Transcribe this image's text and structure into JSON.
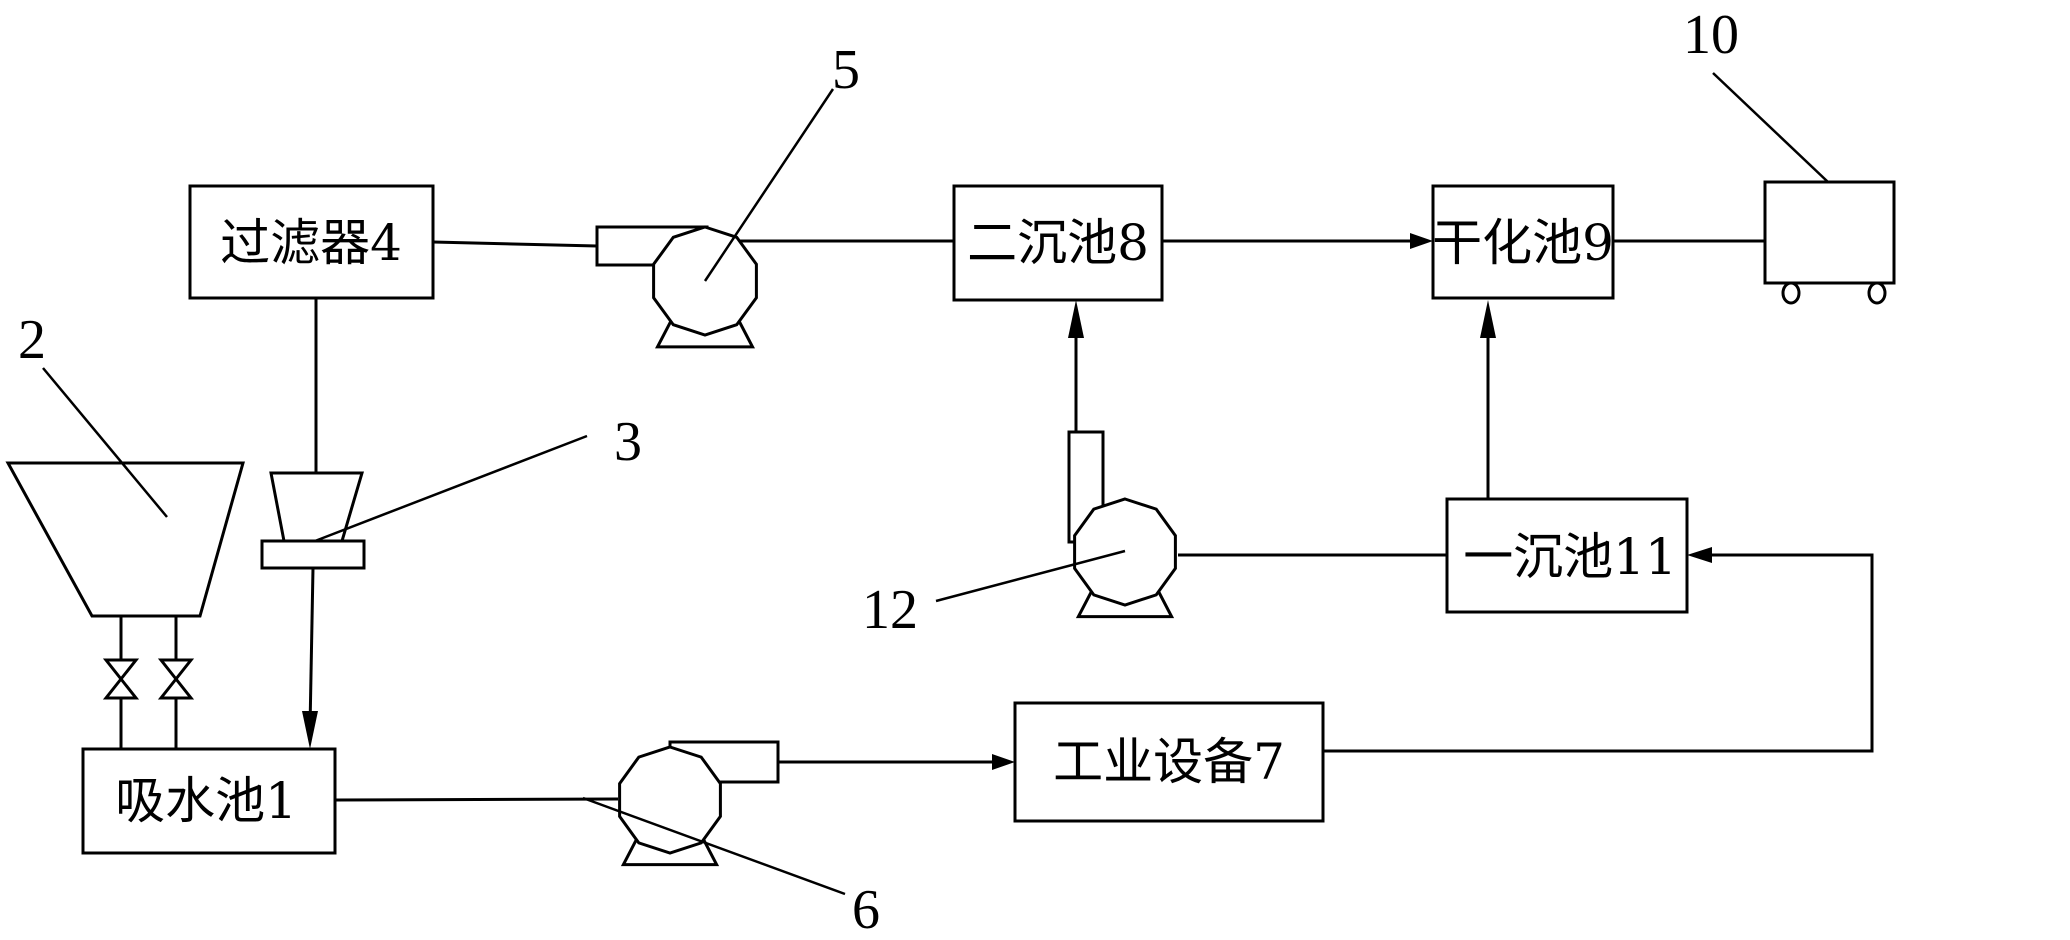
{
  "diagram": {
    "type": "process-flow",
    "stroke_color": "#000000",
    "background": "#ffffff",
    "units": [
      {
        "id": "1",
        "label": "吸水池1",
        "kind": "tank"
      },
      {
        "id": "4",
        "label": "过滤器4",
        "kind": "filter"
      },
      {
        "id": "7",
        "label": "工业设备7",
        "kind": "equipment"
      },
      {
        "id": "8",
        "label": "二沉池8",
        "kind": "tank"
      },
      {
        "id": "9",
        "label": "干化池9",
        "kind": "tank"
      },
      {
        "id": "11",
        "label": "一沉池11",
        "kind": "tank"
      }
    ],
    "components": [
      {
        "id": "2",
        "label": "2",
        "kind": "hopper"
      },
      {
        "id": "3",
        "label": "3",
        "kind": "funnel-dosing"
      },
      {
        "id": "5",
        "label": "5",
        "kind": "pump"
      },
      {
        "id": "6",
        "label": "6",
        "kind": "pump"
      },
      {
        "id": "10",
        "label": "10",
        "kind": "cart"
      },
      {
        "id": "12",
        "label": "12",
        "kind": "pump"
      }
    ],
    "connections": [
      {
        "from": "4",
        "to": "5",
        "arrow": false
      },
      {
        "from": "5",
        "to": "8",
        "arrow": false
      },
      {
        "from": "8",
        "to": "9",
        "arrow": true
      },
      {
        "from": "9",
        "to": "10",
        "arrow": false
      },
      {
        "from": "4",
        "to": "3",
        "arrow": false
      },
      {
        "from": "3",
        "to": "1",
        "arrow": true
      },
      {
        "from": "2",
        "to": "1",
        "arrow": false,
        "via": "two valves"
      },
      {
        "from": "1",
        "to": "6",
        "arrow": false
      },
      {
        "from": "6",
        "to": "7",
        "arrow": true
      },
      {
        "from": "7",
        "to": "11",
        "arrow": true
      },
      {
        "from": "11",
        "to": "12",
        "arrow": false
      },
      {
        "from": "12",
        "to": "8",
        "arrow": true
      },
      {
        "from": "11",
        "to": "9",
        "arrow": true
      }
    ]
  }
}
